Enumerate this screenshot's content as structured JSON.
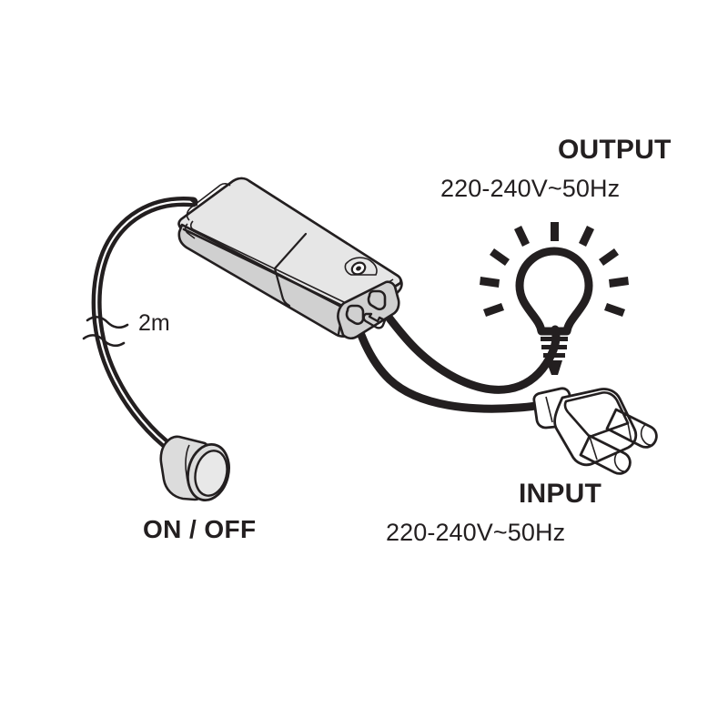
{
  "diagram": {
    "title": "LED driver wiring diagram",
    "background_color": "#ffffff",
    "line_color": "#231f20",
    "body_fill": "#dcdcdc",
    "body_fill_light": "#e4e4e4",
    "body_fill_shadow": "#cfcfcf",
    "cable_color": "#231f20"
  },
  "labels": {
    "output_title": "OUTPUT",
    "output_spec": "220-240V~50Hz",
    "input_title": "INPUT",
    "input_spec": "220-240V~50Hz",
    "switch": "ON / OFF",
    "cable_length": "2m"
  },
  "components": [
    {
      "name": "led-driver-box",
      "type": "transformer",
      "description": "Isometric rectangular LED driver housing with cable grommets"
    },
    {
      "name": "light-bulb-icon",
      "type": "icon",
      "description": "Light bulb with radiating rays indicating lamp output",
      "rays": 9
    },
    {
      "name": "mains-plug",
      "type": "connector",
      "description": "European two-pin mains plug",
      "pins": 2
    },
    {
      "name": "onoff-switch",
      "type": "switch",
      "description": "Inline cylindrical push-button on/off switch"
    },
    {
      "name": "switch-cable",
      "type": "cable",
      "description": "Twin flat cable from driver to switch with break mark",
      "length": "2m"
    },
    {
      "name": "output-cable",
      "type": "cable",
      "description": "Output cable from driver to lamp"
    },
    {
      "name": "input-cable",
      "type": "cable",
      "description": "Input mains cable from driver to plug"
    }
  ]
}
